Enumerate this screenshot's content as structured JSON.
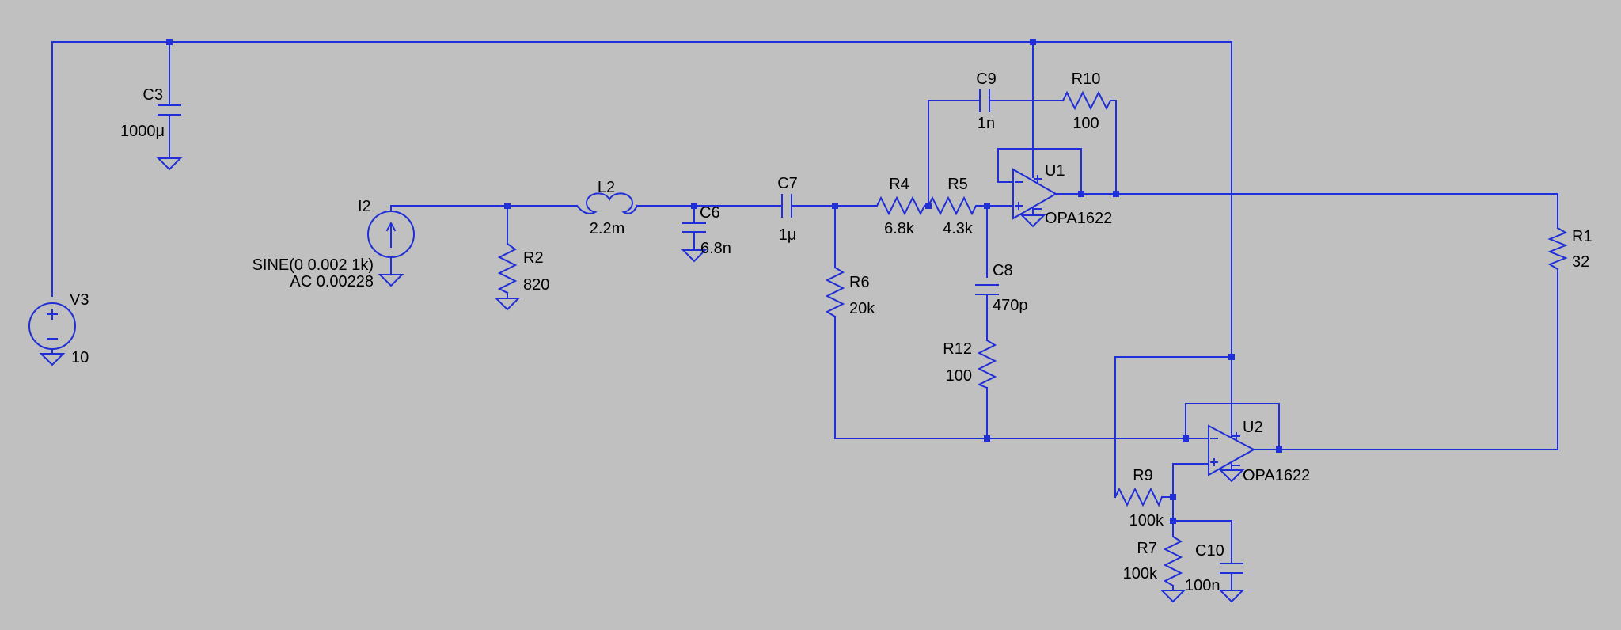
{
  "colors": {
    "background": "#c0c0c0",
    "wire": "#1f2ed6",
    "text": "#000000"
  },
  "components": {
    "V3": {
      "ref": "V3",
      "value": "10"
    },
    "C3": {
      "ref": "C3",
      "value": "1000μ"
    },
    "I2": {
      "ref": "I2",
      "value": "SINE(0 0.002 1k)",
      "value2": "AC 0.00228"
    },
    "R2": {
      "ref": "R2",
      "value": "820"
    },
    "L2": {
      "ref": "L2",
      "value": "2.2m"
    },
    "C6": {
      "ref": "C6",
      "value": "6.8n"
    },
    "C7": {
      "ref": "C7",
      "value": "1μ"
    },
    "R4": {
      "ref": "R4",
      "value": "6.8k"
    },
    "R5": {
      "ref": "R5",
      "value": "4.3k"
    },
    "R6": {
      "ref": "R6",
      "value": "20k"
    },
    "C9": {
      "ref": "C9",
      "value": "1n"
    },
    "R10": {
      "ref": "R10",
      "value": "100"
    },
    "U1": {
      "ref": "U1",
      "value": "OPA1622"
    },
    "C8": {
      "ref": "C8",
      "value": "470p"
    },
    "R12": {
      "ref": "R12",
      "value": "100"
    },
    "R1": {
      "ref": "R1",
      "value": "32"
    },
    "U2": {
      "ref": "U2",
      "value": "OPA1622"
    },
    "R9": {
      "ref": "R9",
      "value": "100k"
    },
    "R7": {
      "ref": "R7",
      "value": "100k"
    },
    "C10": {
      "ref": "C10",
      "value": "100n"
    }
  },
  "symbols": {
    "plus": "+",
    "minus": "−"
  }
}
